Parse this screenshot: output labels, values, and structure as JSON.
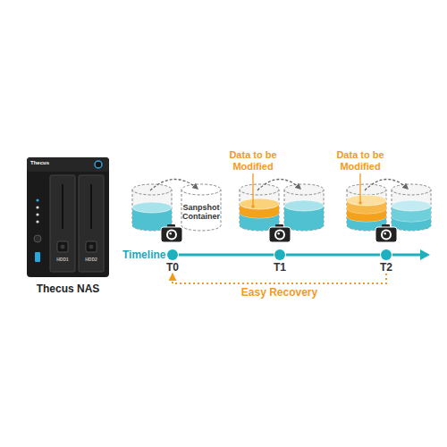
{
  "diagram": {
    "nodes": [
      {
        "text": [
          "Thecus NAS"
        ]
      },
      {
        "text": [
          "T0"
        ]
      },
      {
        "text": [
          "T1"
        ]
      },
      {
        "text": [
          "T2"
        ]
      }
    ],
    "edges": [
      {
        "from": 1,
        "to": 2,
        "arrow": "none"
      },
      {
        "from": 2,
        "to": 3,
        "arrow": "none"
      },
      {
        "from": 3,
        "to": 1,
        "arrow": "to",
        "label": "Easy Recovery"
      }
    ],
    "labels": [
      "Thecus",
      "HDD1",
      "HDD2",
      "Sanpshot Container",
      "Data to be Modified",
      "Data to be Modified",
      "Timeline"
    ]
  }
}
